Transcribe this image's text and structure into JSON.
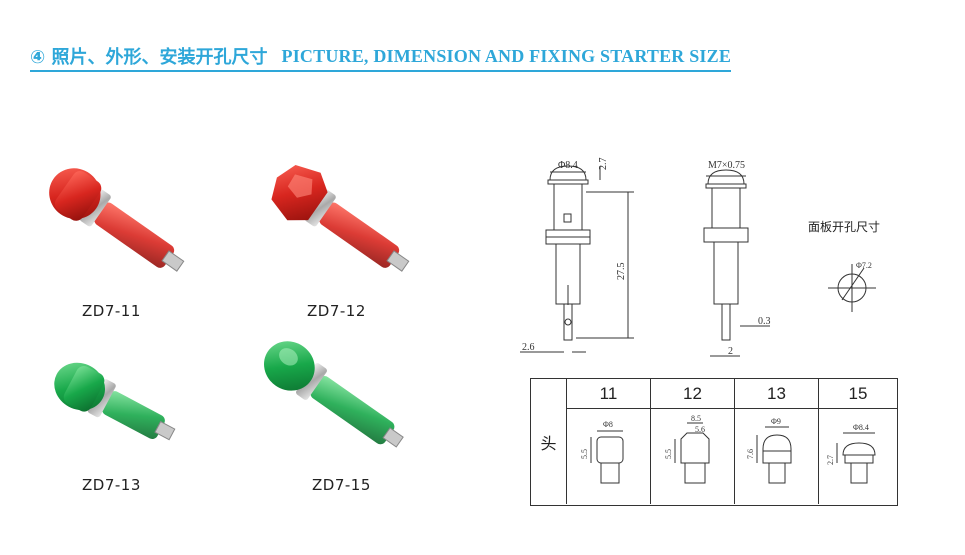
{
  "heading": {
    "chinese": "④ 照片、外形、安装开孔尺寸",
    "english": "PICTURE, DIMENSION AND FIXING STARTER SIZE"
  },
  "products": [
    {
      "model": "ZD7-11",
      "color": "#d8261f",
      "shape": "round-dome"
    },
    {
      "model": "ZD7-12",
      "color": "#d8261f",
      "shape": "faceted"
    },
    {
      "model": "ZD7-13",
      "color": "#18a84a",
      "shape": "round-dome"
    },
    {
      "model": "ZD7-15",
      "color": "#18a84a",
      "shape": "flat-dome"
    }
  ],
  "drawing": {
    "dim_diameter": "Φ8.4",
    "dim_top": "2.7",
    "dim_thread": "M7×0.75",
    "dim_length": "27.5",
    "dim_pin_left": "2.6",
    "dim_pin_thickness": "0.3",
    "dim_pin_width": "2",
    "panel_label": "面板开孔尺寸",
    "panel_hole": "Φ7.2"
  },
  "table": {
    "side_label": "头",
    "columns": [
      "11",
      "12",
      "13",
      "15"
    ],
    "details": [
      {
        "top": "Φ8",
        "side": "5.5"
      },
      {
        "top": "8.5",
        "top2": "5.6",
        "side": "5.5"
      },
      {
        "top": "Φ9",
        "side": "7.6"
      },
      {
        "top": "Φ8.4",
        "side": "2.7"
      }
    ]
  }
}
